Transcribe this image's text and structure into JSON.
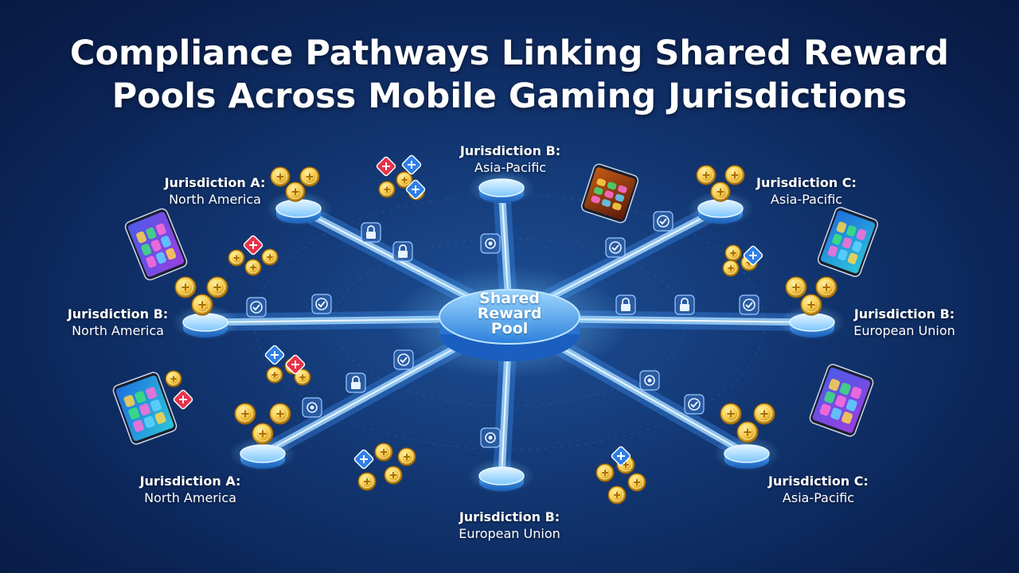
{
  "title": {
    "line1": "Compliance Pathways Linking Shared Reward",
    "line2": "Pools Across Mobile Gaming Jurisdictions"
  },
  "hub": {
    "line1": "Shared",
    "line2": "Reward",
    "line3": "Pool"
  },
  "nodes": [
    {
      "id": "top-left",
      "line1": "Jurisdiction A:",
      "line2": "North America"
    },
    {
      "id": "top",
      "line1": "Jurisdiction B:",
      "line2": "Asia-Pacific"
    },
    {
      "id": "top-right",
      "line1": "Jurisdiction C:",
      "line2": "Asia-Pacific"
    },
    {
      "id": "left",
      "line1": "Jurisdiction B:",
      "line2": "North America"
    },
    {
      "id": "right",
      "line1": "Jurisdiction B:",
      "line2": "European Union"
    },
    {
      "id": "bottom-left",
      "line1": "Jurisdiction A:",
      "line2": "North America"
    },
    {
      "id": "bottom",
      "line1": "Jurisdiction B:",
      "line2": "European Union"
    },
    {
      "id": "bottom-right",
      "line1": "Jurisdiction C:",
      "line2": "Asia-Pacific"
    }
  ],
  "icons": {
    "lock": "lock-icon",
    "check": "checkmark-shield-icon",
    "shield": "shield-icon",
    "coin": "gold-coin-icon",
    "gem": "gem-icon",
    "phone": "smartphone-game-icon"
  },
  "colors": {
    "background": "#0b2253",
    "pathway": "#8fd3ff",
    "coin": "#f5c542",
    "gem_red": "#e8334a",
    "gem_blue": "#2f7fe8"
  }
}
